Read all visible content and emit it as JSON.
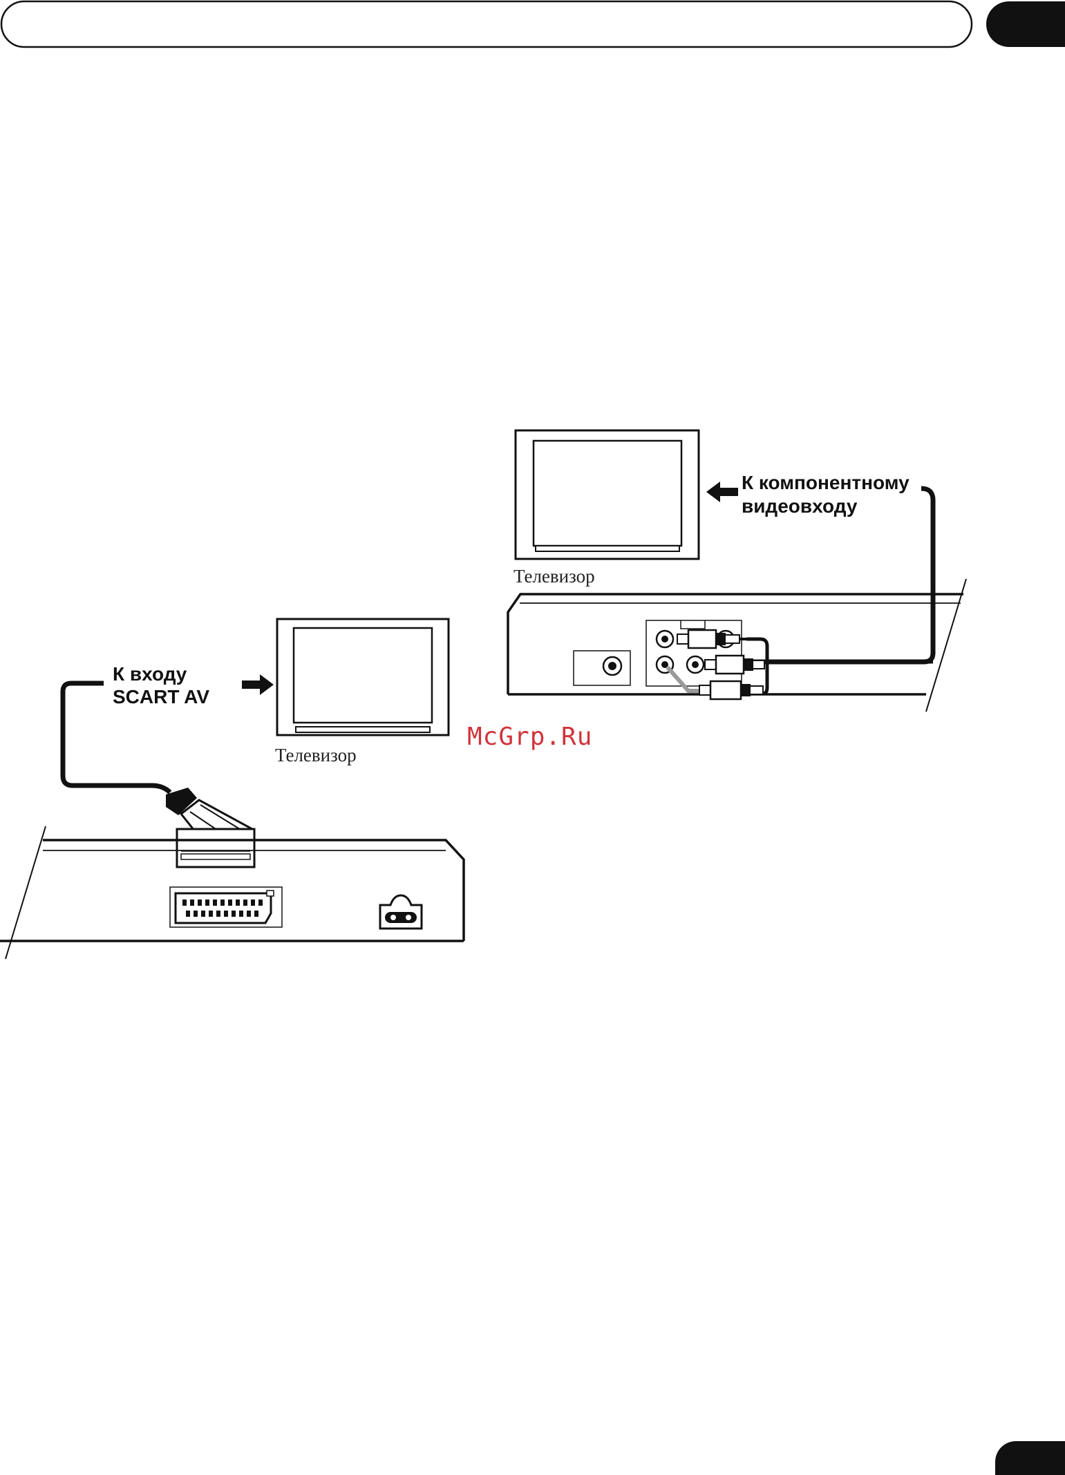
{
  "diagram_left": {
    "cable_label_line1": "К входу",
    "cable_label_line2": "SCART AV",
    "tv_label": "Телевизор"
  },
  "diagram_right": {
    "cable_label_line1": "К компонентному",
    "cable_label_line2": "видеовходу",
    "tv_label": "Телевизор"
  },
  "watermark": {
    "text": "McGrp.Ru",
    "color": "#d0343a"
  },
  "colors": {
    "ink": "#111111",
    "tab_fill": "#111111",
    "grey_cable": "#9a9a9a"
  }
}
